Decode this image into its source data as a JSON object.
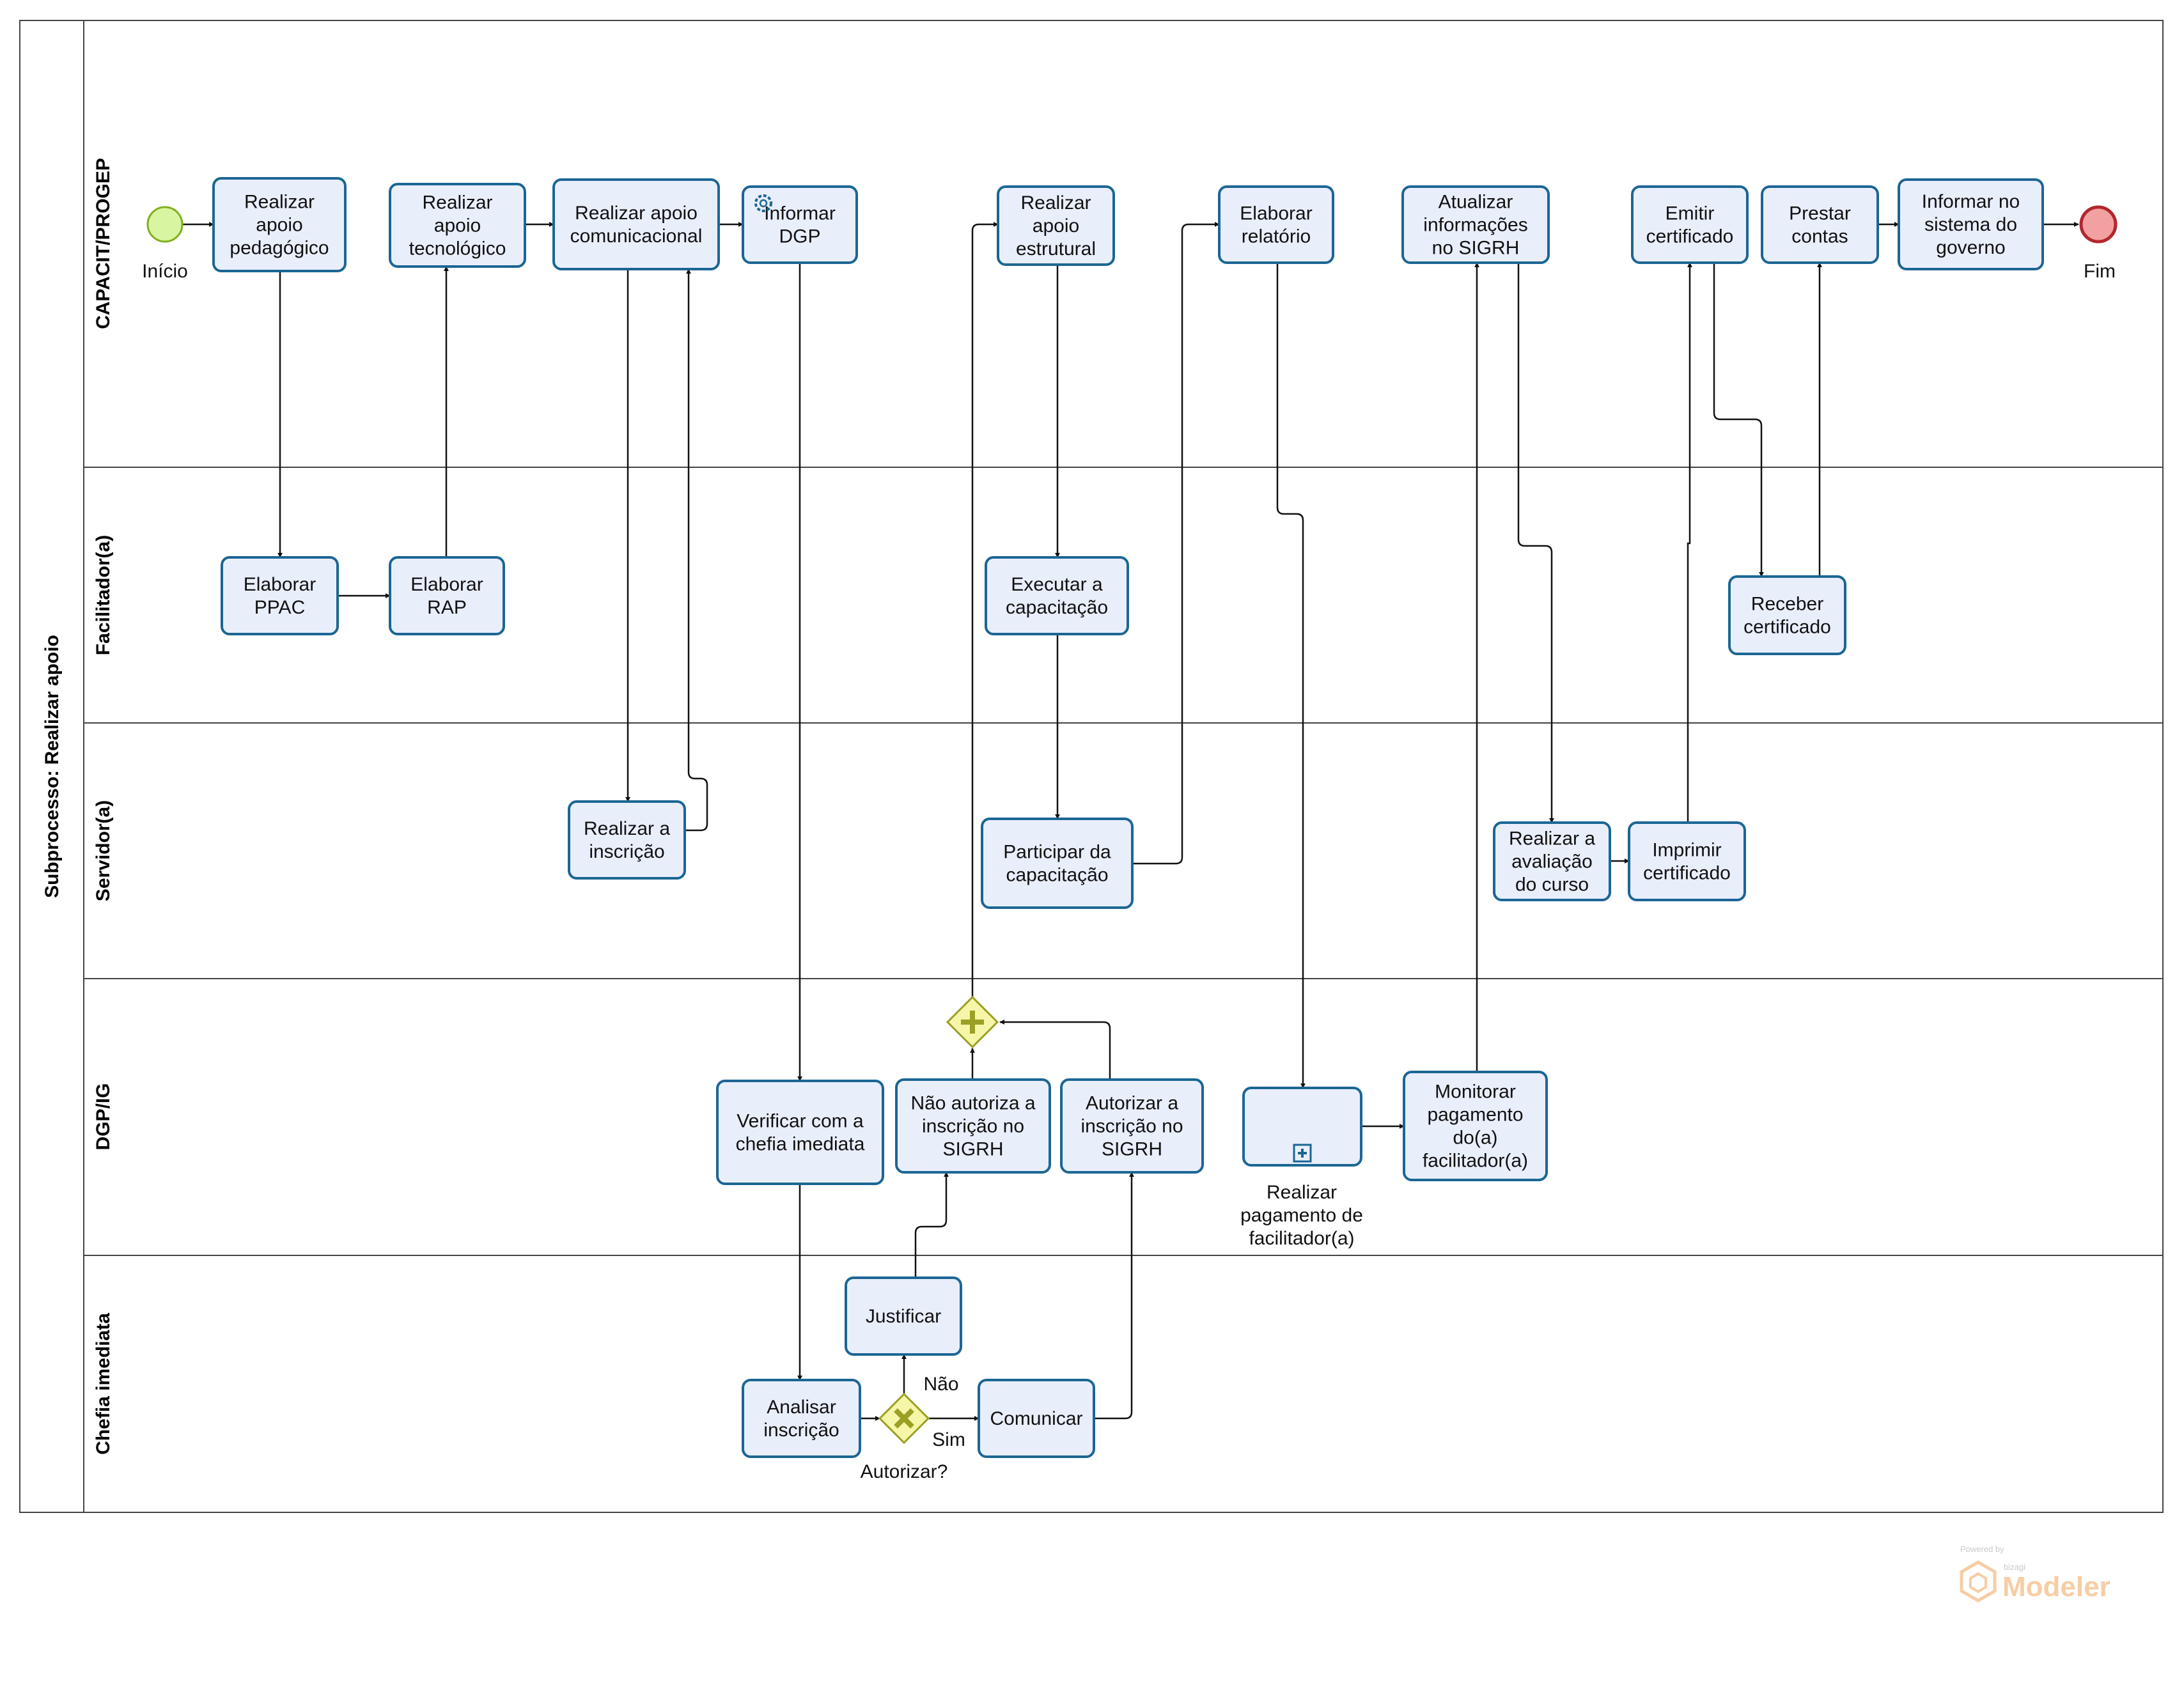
{
  "pool": {
    "title": "Subprocesso: Realizar apoio"
  },
  "lanes": [
    {
      "id": "capacit",
      "title": "CAPACIT/PROGEP"
    },
    {
      "id": "facilitador",
      "title": "Facilitador(a)"
    },
    {
      "id": "servidor",
      "title": "Servidor(a)"
    },
    {
      "id": "dgp",
      "title": "DGP/IG"
    },
    {
      "id": "chefia",
      "title": "Chefia imediata"
    }
  ],
  "events": {
    "start": {
      "label": "Início"
    },
    "end": {
      "label": "Fim"
    }
  },
  "tasks": {
    "t_pedagogico": [
      "Realizar",
      "apoio",
      "pedagógico"
    ],
    "t_tecnologico": [
      "Realizar",
      "apoio",
      "tecnológico"
    ],
    "t_comunicacional": [
      "Realizar apoio",
      "comunicacional"
    ],
    "t_informar_dgp": [
      "Informar",
      "DGP"
    ],
    "t_estrutural": [
      "Realizar",
      "apoio",
      "estrutural"
    ],
    "t_relatorio": [
      "Elaborar",
      "relatório"
    ],
    "t_atualizar": [
      "Atualizar",
      "informações",
      "no SIGRH"
    ],
    "t_emitir": [
      "Emitir",
      "certificado"
    ],
    "t_prestar": [
      "Prestar",
      "contas"
    ],
    "t_informar_gov": [
      "Informar no",
      "sistema do",
      "governo"
    ],
    "t_ppac": [
      "Elaborar",
      "PPAC"
    ],
    "t_rap": [
      "Elaborar",
      "RAP"
    ],
    "t_executar": [
      "Executar a",
      "capacitação"
    ],
    "t_receber": [
      "Receber",
      "certificado"
    ],
    "t_inscricao": [
      "Realizar a",
      "inscrição"
    ],
    "t_participar": [
      "Participar da",
      "capacitação"
    ],
    "t_avaliacao": [
      "Realizar a",
      "avaliação",
      "do curso"
    ],
    "t_imprimir": [
      "Imprimir",
      "certificado"
    ],
    "t_verificar": [
      "Verificar com a",
      "chefia imediata"
    ],
    "t_nao_autoriza": [
      "Não autoriza a",
      "inscrição no",
      "SIGRH"
    ],
    "t_autorizar": [
      "Autorizar a",
      "inscrição no",
      "SIGRH"
    ],
    "t_pagamento": [],
    "t_monitorar": [
      "Monitorar",
      "pagamento",
      "do(a)",
      "facilitador(a)"
    ],
    "t_justificar": [
      "Justificar"
    ],
    "t_analisar": [
      "Analisar",
      "inscrição"
    ],
    "t_comunicar": [
      "Comunicar"
    ]
  },
  "labels": {
    "pagamento_label": [
      "Realizar",
      "pagamento de",
      "facilitador(a)"
    ],
    "gateway_label": "Autorizar?",
    "nao": "Não",
    "sim": "Sim"
  },
  "watermark": {
    "powered": "Powered by",
    "vendor": "bizagi",
    "product": "Modeler"
  },
  "colors": {
    "task_fill": "#e9eefb",
    "task_stroke": "#1b6694",
    "start_fill": "#d8f5a2",
    "start_stroke": "#7fb01f",
    "end_fill": "#f2a1a1",
    "end_stroke": "#b3262c",
    "gateway_fill": "#f5f6a8",
    "gateway_stroke": "#9aa024",
    "gateway_mark": "#9aa024"
  }
}
